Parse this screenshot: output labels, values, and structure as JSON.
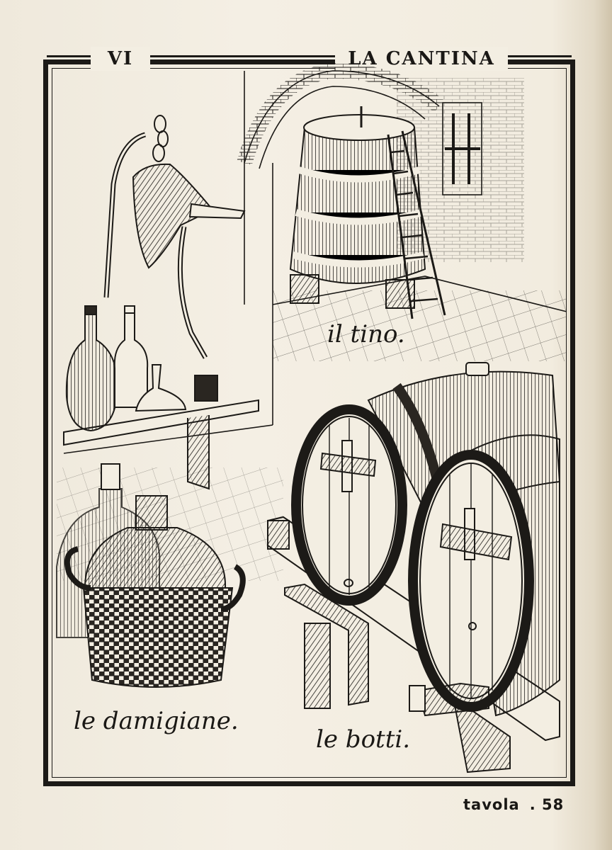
{
  "plate": {
    "number": "VI",
    "title": "LA CANTINA"
  },
  "captions": {
    "tino": "il tino.",
    "damigiane": "le damigiane.",
    "botti": "le botti."
  },
  "footer": {
    "label": "tavola",
    "page": ". 58"
  },
  "illustrations": [
    "funnel-on-chain",
    "wine-bottles-on-shelf",
    "wine-vat-with-ladder",
    "wicker-demijohns",
    "wine-barrels-on-rack"
  ]
}
